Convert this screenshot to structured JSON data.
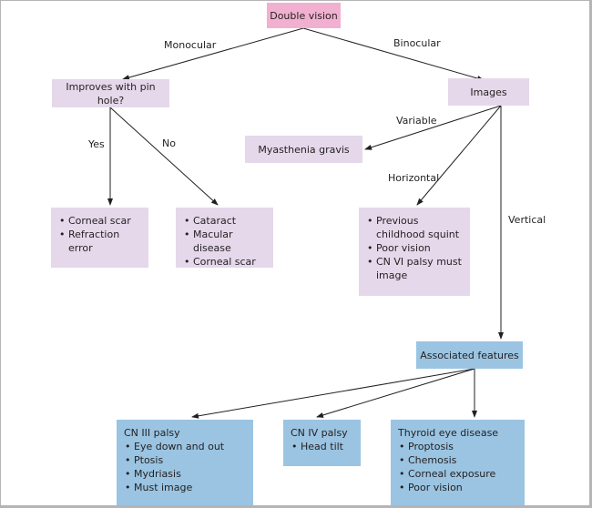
{
  "colors": {
    "root_node": "#f1b0cf",
    "primary_node": "#e5d8ea",
    "secondary_node": "#9ac4e2",
    "line": "#231f20"
  },
  "nodes": {
    "root": "Double vision",
    "pinhole": "Improves with pin hole?",
    "images": "Images",
    "myasthenia": "Myasthenia gravis",
    "pinhole_yes": {
      "items": [
        "Corneal scar",
        "Refraction error"
      ]
    },
    "pinhole_no": {
      "items": [
        "Cataract",
        "Macular disease",
        "Corneal scar"
      ]
    },
    "horizontal": {
      "items": [
        "Previous childhood squint",
        "Poor vision",
        "CN VI palsy must image"
      ]
    },
    "associated": "Associated features",
    "cn3": {
      "title": "CN III palsy",
      "items": [
        "Eye down and out",
        "Ptosis",
        "Mydriasis",
        "Must image"
      ]
    },
    "cn4": {
      "title": "CN IV palsy",
      "items": [
        "Head tilt"
      ]
    },
    "thyroid": {
      "title": "Thyroid eye disease",
      "items": [
        "Proptosis",
        "Chemosis",
        "Corneal exposure",
        "Poor vision"
      ]
    }
  },
  "edges": {
    "monocular": "Monocular",
    "binocular": "Binocular",
    "yes": "Yes",
    "no": "No",
    "variable": "Variable",
    "horizontal": "Horizontal",
    "vertical": "Vertical"
  }
}
